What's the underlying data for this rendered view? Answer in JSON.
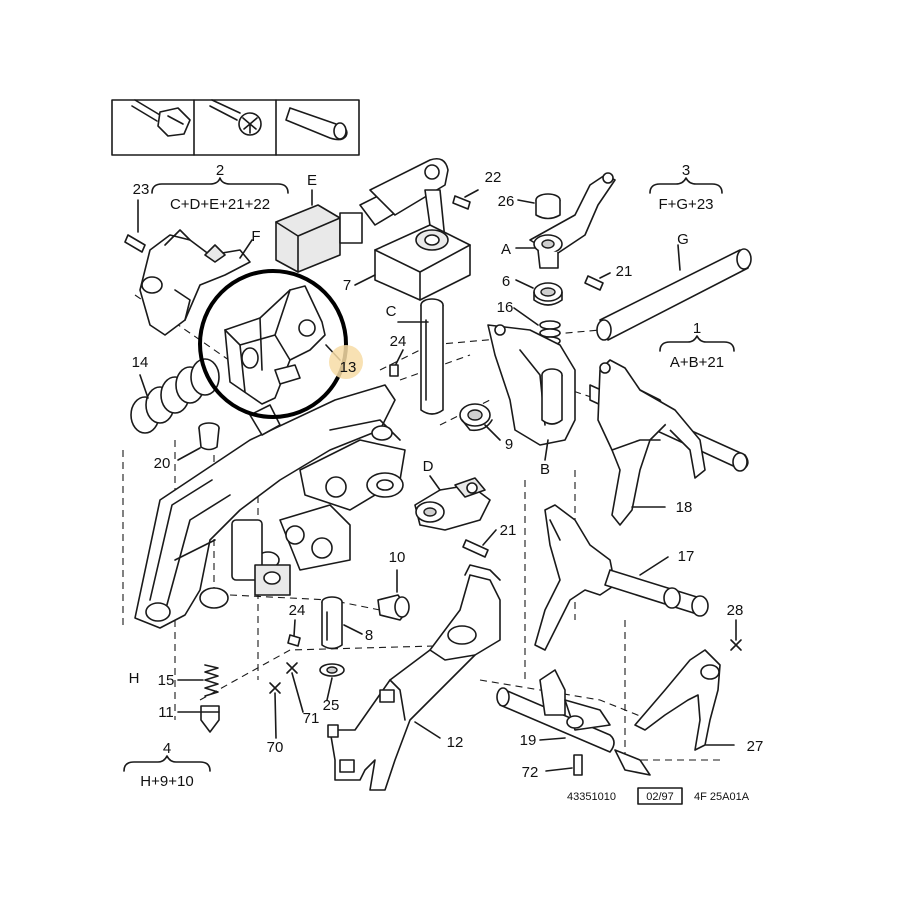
{
  "callouts": {
    "c1": "1",
    "c1_sub": "A+B+21",
    "c2": "2",
    "c2_sub": "C+D+E+21+22",
    "c3": "3",
    "c3_sub": "F+G+23",
    "c4": "4",
    "c4_sub": "H+9+10",
    "n6": "6",
    "n7": "7",
    "n8": "8",
    "n9": "9",
    "n10": "10",
    "n11": "11",
    "n12": "12",
    "n13": "13",
    "n14": "14",
    "n15": "15",
    "n16": "16",
    "n17": "17",
    "n18": "18",
    "n19": "19",
    "n20": "20",
    "n21a": "21",
    "n21b": "21",
    "n22": "22",
    "n23": "23",
    "n24a": "24",
    "n24b": "24",
    "n25": "25",
    "n26": "26",
    "n27": "27",
    "n28": "28",
    "n70": "70",
    "n71": "71",
    "n72": "72",
    "lA": "A",
    "lB": "B",
    "lC": "C",
    "lD": "D",
    "lE": "E",
    "lF": "F",
    "lG": "G",
    "lH": "H"
  },
  "footer": {
    "ref": "43351010",
    "date": "02/97",
    "code": "4F 25A01A"
  },
  "colors": {
    "highlight_ring": "#000000",
    "highlight_badge": "#f7dca6",
    "line": "#1a1a1a"
  }
}
